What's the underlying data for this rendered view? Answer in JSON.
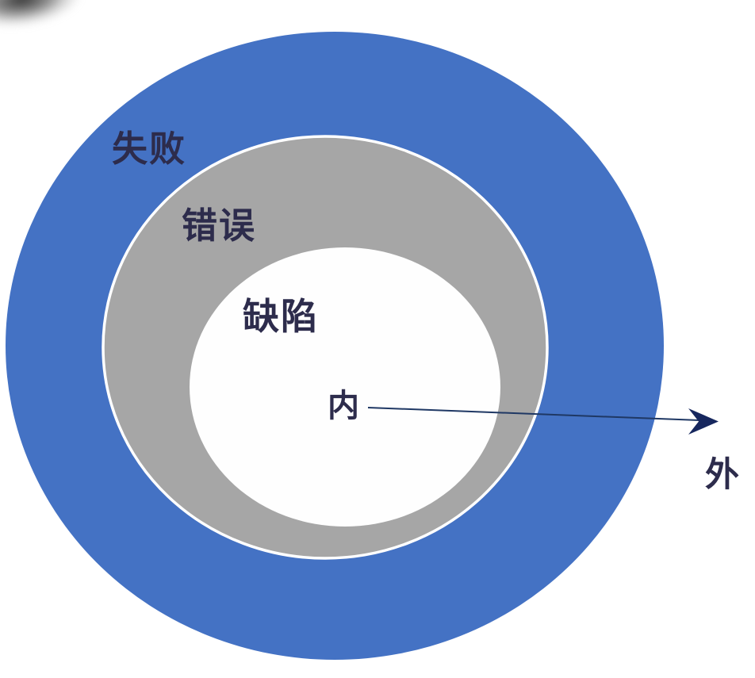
{
  "diagram": {
    "type": "concentric-rings",
    "description_visible_text_only": true,
    "rings": [
      {
        "id": "failure",
        "label": "失败",
        "color": "#4472C4"
      },
      {
        "id": "error",
        "label": "错误",
        "color": "#A6A6A6"
      },
      {
        "id": "defect",
        "label": "缺陷",
        "color": "#FEFEFE"
      }
    ],
    "axis": {
      "inner_label": "内",
      "outer_label": "外",
      "arrow_color": "#1F3864",
      "arrowhead_color": "#16275E"
    },
    "text_color": "#2D2C4C",
    "ring_stroke_color": "#FFFFFF",
    "background_color": "#FFFFFF"
  }
}
